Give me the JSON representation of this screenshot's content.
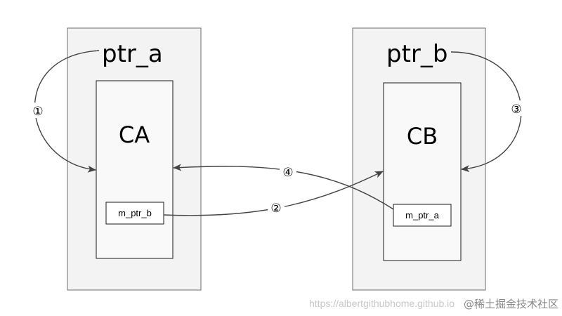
{
  "left_object": {
    "pointer_label": "ptr_a",
    "class_label": "CA",
    "member_label": "m_ptr_b"
  },
  "right_object": {
    "pointer_label": "ptr_b",
    "class_label": "CB",
    "member_label": "m_ptr_a"
  },
  "steps": [
    "①",
    "②",
    "③",
    "④"
  ],
  "watermark": {
    "url": "https://albertgithubhome.github.io",
    "site": "@稀土掘金技术社区"
  },
  "colors": {
    "line": "#444444",
    "outer_fill": "#f3f3f3",
    "inner_fill": "#f9f9f9"
  }
}
